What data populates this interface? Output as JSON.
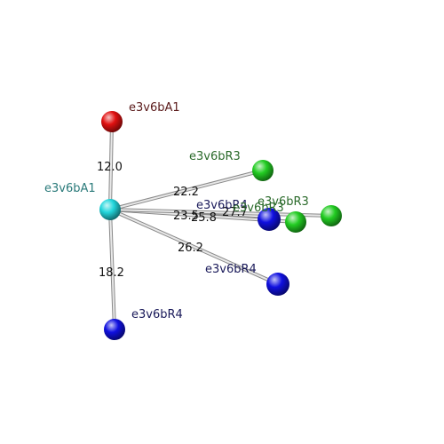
{
  "atoms": [
    {
      "id": "center",
      "label": "e3v6bA1",
      "color": "#22d6dc",
      "label_color": "#2a7a7a"
    },
    {
      "id": "a1_top",
      "label": "e3v6bA1",
      "color": "#e01010",
      "label_color": "#5a1a1a"
    },
    {
      "id": "r3_upper",
      "label": "e3v6bR3",
      "color": "#22cc22",
      "label_color": "#2a6a2a"
    },
    {
      "id": "r4_mid",
      "label": "e3v6bR4",
      "color": "#1010e0",
      "label_color": "#1a1a5a"
    },
    {
      "id": "r3_mid",
      "label": "e3v6bR3",
      "color": "#22cc22",
      "label_color": "#2a6a2a"
    },
    {
      "id": "r3_far",
      "label": "e3v6bR3",
      "color": "#22cc22",
      "label_color": "#2a6a2a"
    },
    {
      "id": "r4_lower",
      "label": "e3v6bR4",
      "color": "#1010e0",
      "label_color": "#1a1a5a"
    },
    {
      "id": "r4_bottom",
      "label": "e3v6bR4",
      "color": "#1010e0",
      "label_color": "#1a1a5a"
    }
  ],
  "distances": [
    {
      "to": "a1_top",
      "label": "12.0"
    },
    {
      "to": "r3_upper",
      "label": "22.2"
    },
    {
      "to": "r4_mid",
      "label": "23.5"
    },
    {
      "to": "r3_mid",
      "label": "25.8"
    },
    {
      "to": "r3_far",
      "label": "27.7"
    },
    {
      "to": "r4_lower",
      "label": "26.2"
    },
    {
      "to": "r4_bottom",
      "label": "18.2"
    }
  ]
}
